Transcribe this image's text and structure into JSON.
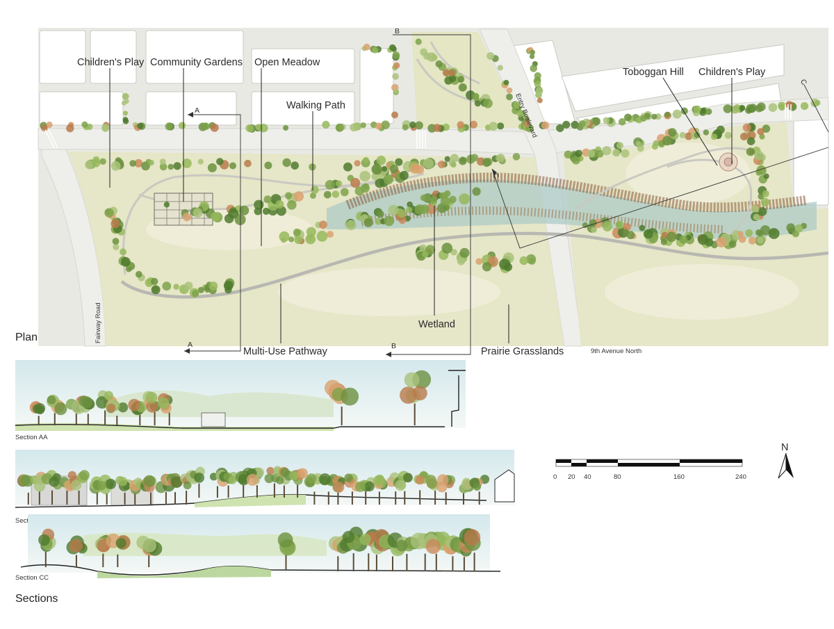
{
  "plan": {
    "title": "Plan",
    "labels": {
      "childrens_play_left": "Children's Play",
      "community_gardens": "Community Gardens",
      "open_meadow": "Open Meadow",
      "walking_path": "Walking Path",
      "toboggan_hill": "Toboggan Hill",
      "childrens_play_right": "Children's Play",
      "wetland": "Wetland",
      "multi_use_pathway": "Multi-Use Pathway",
      "prairie_grasslands": "Prairie Grasslands"
    },
    "streets": {
      "fairway_road": "Fairway Road",
      "entry_boulevard": "Entry Boulevard",
      "ninth_avenue_north": "9th Avenue North"
    },
    "section_markers": {
      "a": "A",
      "b": "B",
      "c": "C"
    }
  },
  "sections": {
    "title": "Sections",
    "aa": "Section AA",
    "bb": "Section BB",
    "cc": "Section CC"
  },
  "scale_bar": {
    "ticks": [
      "0",
      "20",
      "40",
      "80",
      "160",
      "240"
    ]
  },
  "north_arrow": {
    "label": "N"
  },
  "colors": {
    "road": "#eaeae5",
    "grass": "#e7e6c6",
    "tree_green": "#7ea24a",
    "tree_dark": "#4f7a2e",
    "wetland": "#a67e55",
    "water": "#a9c9c4",
    "sky": "#dbeaec"
  }
}
